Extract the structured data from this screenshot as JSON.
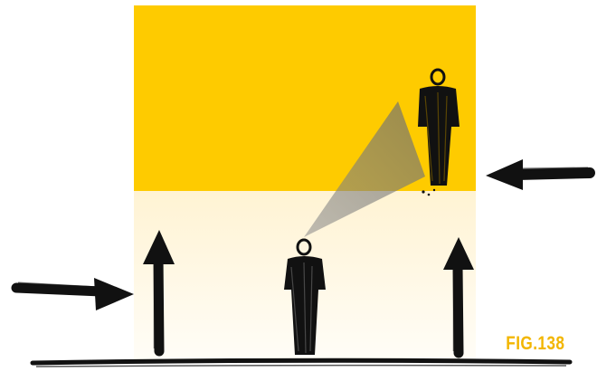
{
  "figure": {
    "label": "FIG.138"
  },
  "colors": {
    "upper_area": "#FECB00",
    "lower_area": "#FFF6DE",
    "ink": "#111111",
    "view_cone": "#7a7a7a",
    "label": "#F2B600"
  },
  "elements": {
    "figures": [
      "standing-figure-upper",
      "standing-figure-lower"
    ],
    "arrows": [
      "arrow-left-inward",
      "arrow-right-inward",
      "arrow-up-left",
      "arrow-up-right"
    ]
  }
}
